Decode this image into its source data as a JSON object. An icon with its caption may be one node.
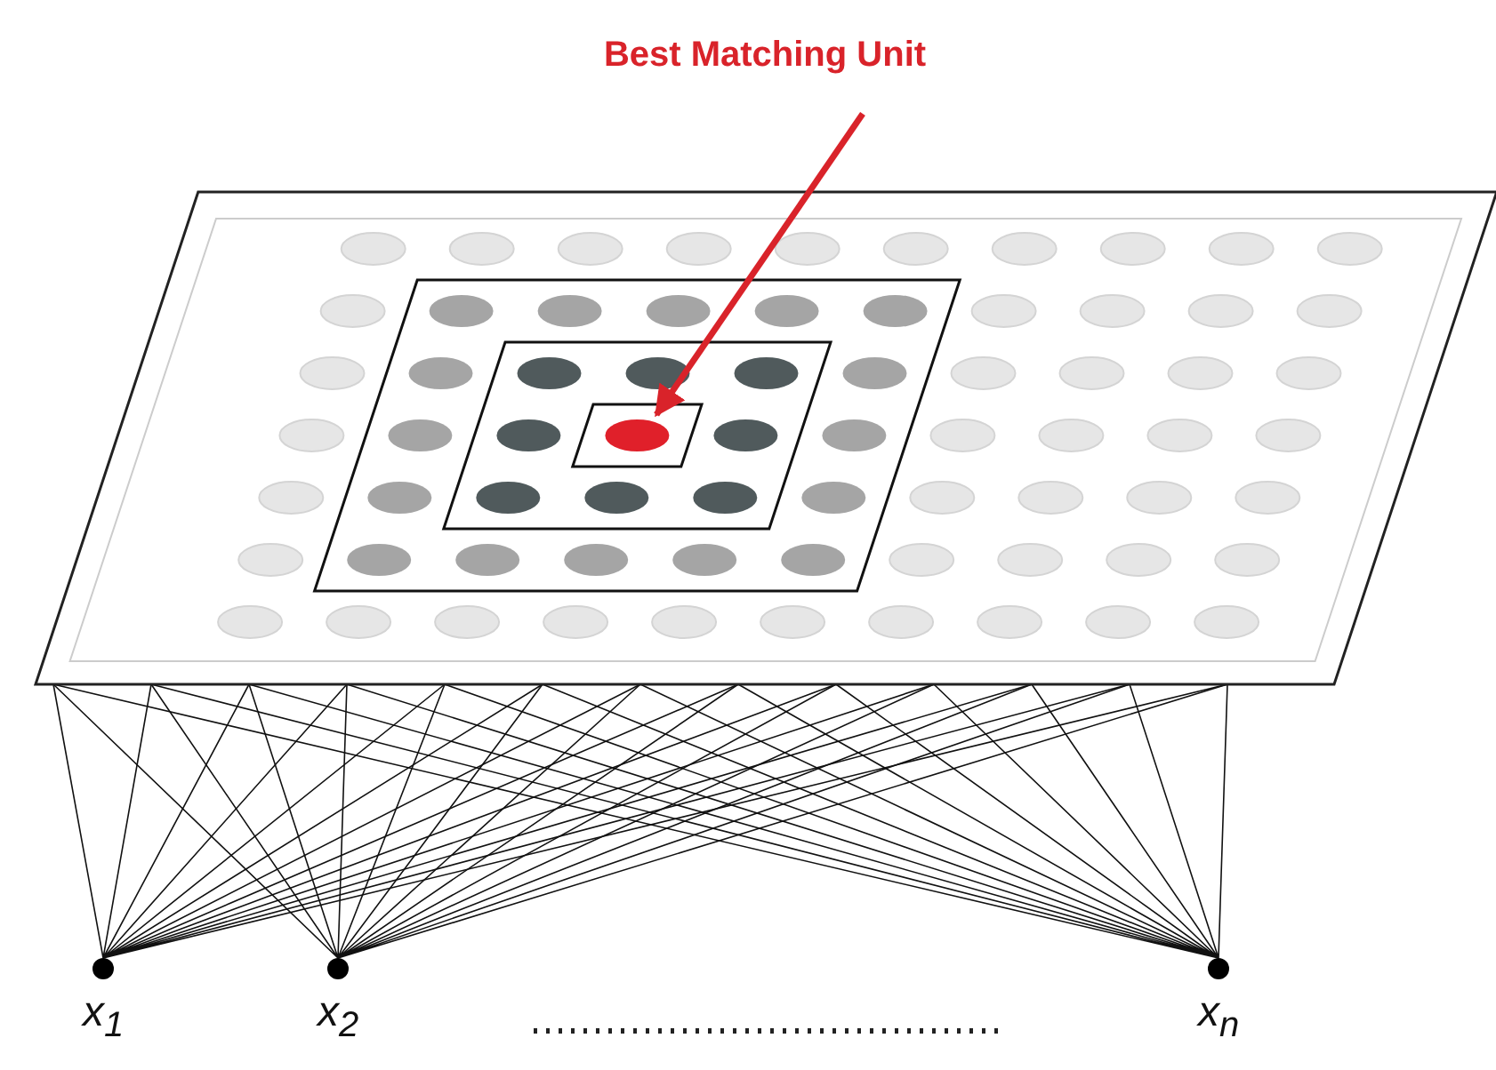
{
  "diagram": {
    "nodes": [
      {
        "text": [
          "Best Matching Unit"
        ]
      },
      {
        "text": [],
        "shape": "box"
      },
      {
        "text": [],
        "shape": "circle",
        "in": 1
      },
      {
        "text": [
          "x$_{1}$"
        ]
      },
      {
        "text": [
          "x$_{2}$"
        ]
      },
      {
        "text": [
          "x$_{n}$"
        ]
      }
    ],
    "edges": [
      {
        "from": 0,
        "to": 2,
        "arrow": "to",
        "style": "thick",
        "color": "#d9232a"
      },
      {
        "from": 3,
        "to": 1,
        "arrow": "none"
      },
      {
        "from": 4,
        "to": 1,
        "arrow": "none"
      },
      {
        "from": 5,
        "to": 1,
        "arrow": "none"
      }
    ]
  }
}
